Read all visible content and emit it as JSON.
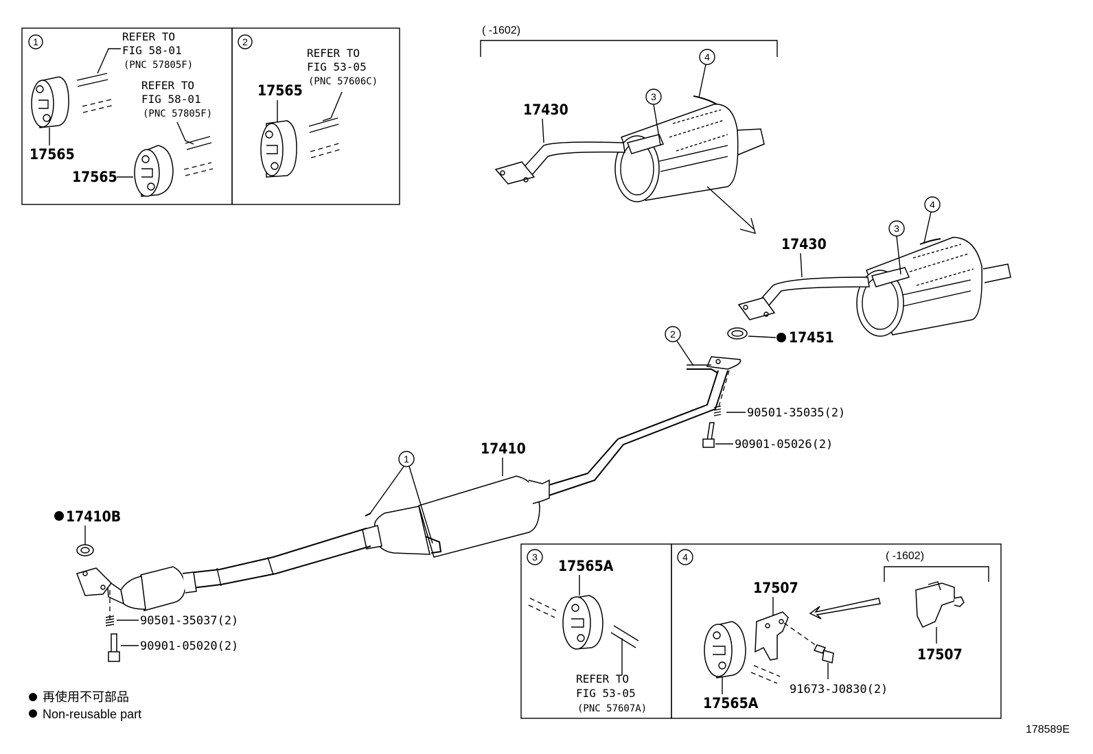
{
  "inset_1": {
    "callout": "1",
    "ref_a": {
      "line1": "REFER TO",
      "line2": "FIG 58-01",
      "line3": "(PNC 57805F)"
    },
    "ref_b": {
      "line1": "REFER TO",
      "line2": "FIG 58-01",
      "line3": "(PNC 57805F)"
    },
    "part_a": "17565",
    "part_b": "17565"
  },
  "inset_2": {
    "callout": "2",
    "ref": {
      "line1": "REFER TO",
      "line2": "FIG 53-05",
      "line3": "(PNC 57606C)"
    },
    "part": "17565"
  },
  "top_bracket": {
    "label": "(      -1602)"
  },
  "main": {
    "tailpipe_top": "17430",
    "tailpipe_right": "17430",
    "callout_3_top": "3",
    "callout_4_top": "4",
    "callout_3_right": "3",
    "callout_4_right": "4",
    "gasket_rear": "17451",
    "callout_2": "2",
    "spring_rear": "90501-35035(2)",
    "bolt_rear": "90901-05026(2)",
    "center_pipe": "17410",
    "callout_1": "1",
    "gasket_front": "17410B",
    "spring_front": "90501-35037(2)",
    "bolt_front": "90901-05020(2)"
  },
  "inset_3": {
    "callout": "3",
    "part": "17565A",
    "ref": {
      "line1": "REFER TO",
      "line2": "FIG 53-05",
      "line3": "(PNC 57607A)"
    }
  },
  "inset_4": {
    "callout": "4",
    "bracket_label": "(      -1602)",
    "part_bracket_left": "17507",
    "part_bracket_right": "17507",
    "part_hanger": "17565A",
    "bolt": "91673-J0830(2)"
  },
  "legend": {
    "line_jp": "再使用不可部品",
    "line_en": "Non-reusable part"
  },
  "figure_id": "178589E"
}
